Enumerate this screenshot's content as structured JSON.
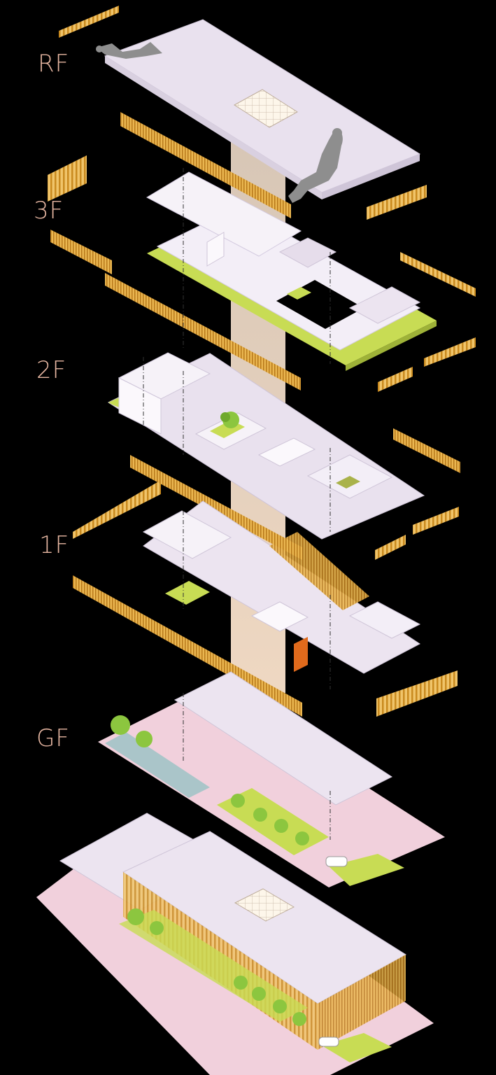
{
  "colors": {
    "background": "#000000",
    "label": "#e7b7a2",
    "slab": "#ece4f0",
    "slab_edge": "#cfc5d8",
    "wall": "#f6f2f8",
    "green": "#c8dc54",
    "louver": "#e0a531",
    "light_shaft": "#ffe8d2",
    "pink_ground": "#f1d0dc",
    "orange_accent": "#e06a1c",
    "tree": "#8cc63f",
    "figure": "#8e8e8e"
  },
  "floors": [
    {
      "id": "rf",
      "label": "RF"
    },
    {
      "id": "3f",
      "label": "3F"
    },
    {
      "id": "2f",
      "label": "2F"
    },
    {
      "id": "1f",
      "label": "1F"
    },
    {
      "id": "gf",
      "label": "GF"
    }
  ],
  "icons": {
    "reclining_figure": "person-lying-icon",
    "seated_figure": "person-sitting-icon",
    "skylight": "skylight-grid-icon",
    "tree": "tree-icon",
    "car": "car-icon"
  }
}
